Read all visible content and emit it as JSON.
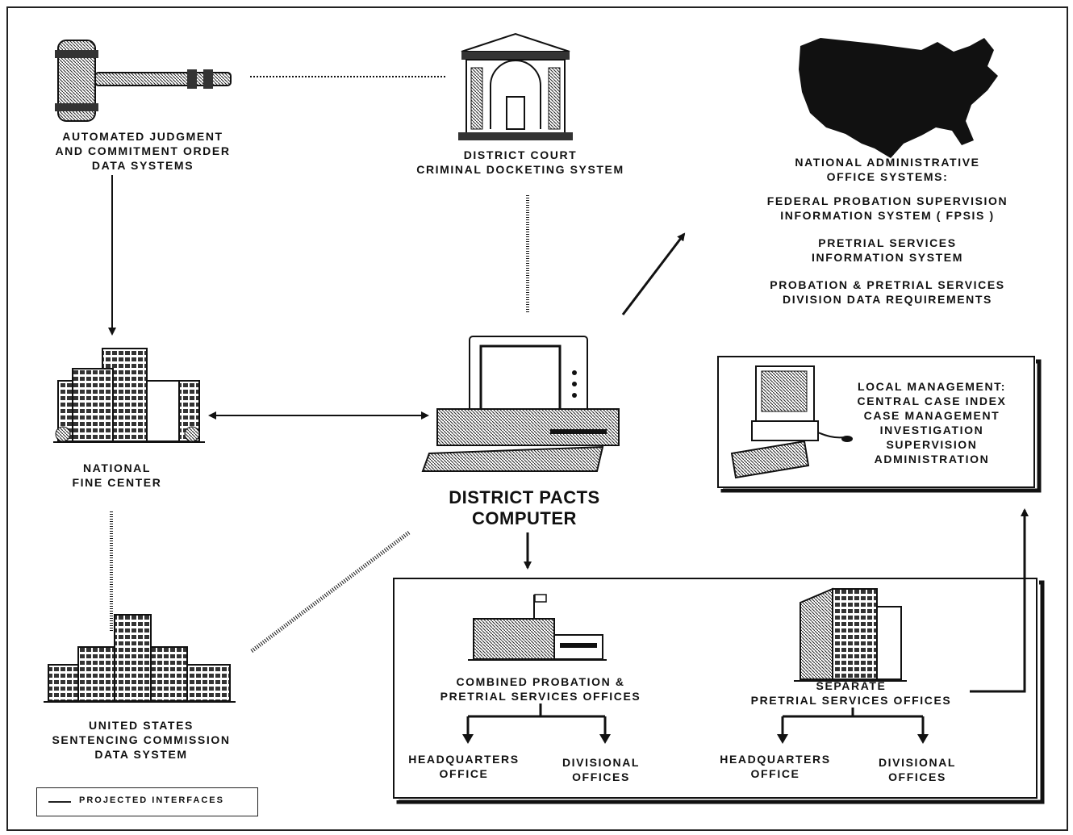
{
  "nodes": {
    "judgment": {
      "lines": [
        "AUTOMATED JUDGMENT",
        "AND COMMITMENT ORDER",
        "DATA SYSTEMS"
      ]
    },
    "court": {
      "lines": [
        "DISTRICT COURT",
        "CRIMINAL DOCKETING SYSTEM"
      ]
    },
    "national": {
      "heading": [
        "NATIONAL ADMINISTRATIVE",
        "OFFICE SYSTEMS:"
      ],
      "fpsis": [
        "FEDERAL PROBATION SUPERVISION",
        "INFORMATION SYSTEM ( FPSIS )"
      ],
      "pretrial": [
        "PRETRIAL SERVICES",
        "INFORMATION SYSTEM"
      ],
      "division": [
        "PROBATION & PRETRIAL SERVICES",
        "DIVISION DATA REQUIREMENTS"
      ]
    },
    "fine_center": {
      "lines": [
        "NATIONAL",
        "FINE CENTER"
      ]
    },
    "pacts": {
      "lines": [
        "DISTRICT PACTS",
        "COMPUTER"
      ]
    },
    "local_mgmt": {
      "lines": [
        "LOCAL MANAGEMENT:",
        "CENTRAL CASE INDEX",
        "CASE MANAGEMENT",
        "INVESTIGATION",
        "SUPERVISION",
        "ADMINISTRATION"
      ]
    },
    "sentencing": {
      "lines": [
        "UNITED STATES",
        "SENTENCING COMMISSION",
        "DATA SYSTEM"
      ]
    },
    "combined": {
      "lines": [
        "COMBINED PROBATION &",
        "PRETRIAL SERVICES OFFICES"
      ]
    },
    "separate": {
      "lines": [
        "SEPARATE",
        "PRETRIAL SERVICES OFFICES"
      ]
    },
    "combined_hq": {
      "lines": [
        "HEADQUARTERS",
        "OFFICE"
      ]
    },
    "combined_div": {
      "lines": [
        "DIVISIONAL",
        "OFFICES"
      ]
    },
    "separate_hq": {
      "lines": [
        "HEADQUARTERS",
        "OFFICE"
      ]
    },
    "separate_div": {
      "lines": [
        "DIVISIONAL",
        "OFFICES"
      ]
    }
  },
  "legend": {
    "label": "PROJECTED INTERFACES"
  },
  "icons": [
    "gavel-icon",
    "courthouse-icon",
    "us-map-icon",
    "office-building-icon",
    "desktop-computer-icon",
    "workstation-icon",
    "commission-building-icon",
    "flag-building-icon",
    "multistory-building-icon"
  ]
}
